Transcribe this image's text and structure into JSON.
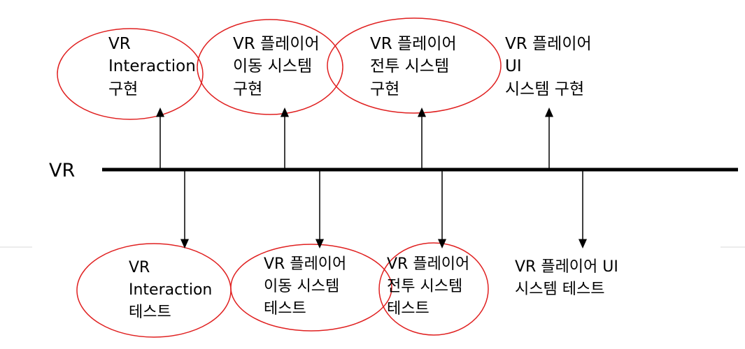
{
  "timeline": {
    "label": "VR",
    "line_color": "#000000",
    "highlight_color": "#e02020"
  },
  "top_items": [
    {
      "lines": [
        "VR",
        "Interaction",
        "구현"
      ],
      "circled": true
    },
    {
      "lines": [
        "VR 플레이어",
        "이동 시스템",
        "구현"
      ],
      "circled": true
    },
    {
      "lines": [
        "VR 플레이어",
        "전투 시스템",
        "구현"
      ],
      "circled": true
    },
    {
      "lines": [
        "VR 플레이어",
        "UI",
        "시스템 구현"
      ],
      "circled": false
    }
  ],
  "bottom_items": [
    {
      "lines": [
        "VR",
        "Interaction",
        "테스트"
      ],
      "circled": true
    },
    {
      "lines": [
        "VR 플레이어",
        "이동 시스템",
        "테스트"
      ],
      "circled": true
    },
    {
      "lines": [
        "VR 플레이어",
        "전투 시스템",
        "테스트"
      ],
      "circled": true
    },
    {
      "lines": [
        "VR 플레이어 UI",
        "시스템 테스트"
      ],
      "circled": false
    }
  ]
}
